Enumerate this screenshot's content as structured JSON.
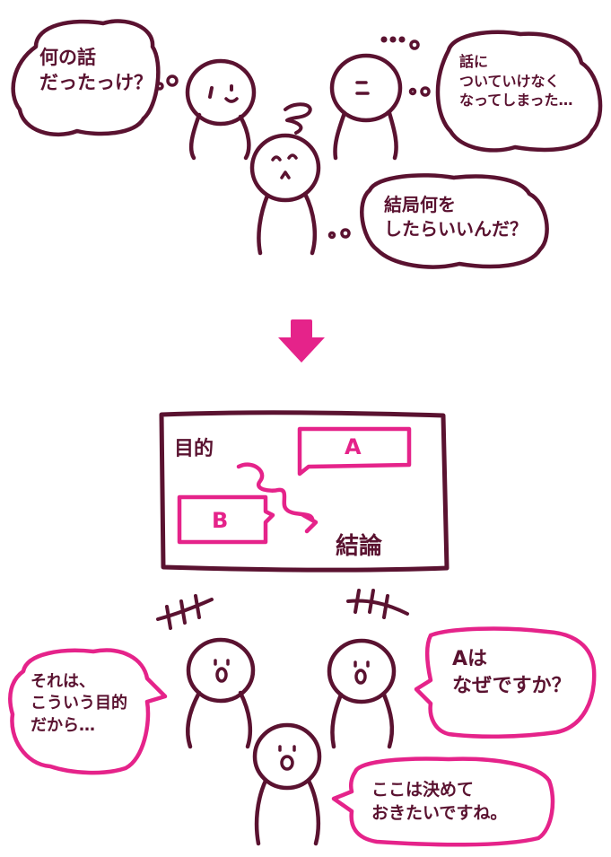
{
  "colors": {
    "ink": "#5a1230",
    "accent": "#e5238a",
    "background": "#ffffff"
  },
  "top_scene": {
    "bubble_left": {
      "lines": [
        "何の話",
        "だったっけ？"
      ]
    },
    "bubble_right": {
      "lines": [
        "話に",
        "ついていけなく",
        "なってしまった…"
      ]
    },
    "bubble_bottom": {
      "lines": [
        "結局何を",
        "したらいいんだ？"
      ]
    },
    "ellipsis_text": "…"
  },
  "transition": {
    "icon": "down-arrow-icon"
  },
  "whiteboard": {
    "purpose_label": "目的",
    "conclusion_label": "結論",
    "card_a_label": "A",
    "card_b_label": "B"
  },
  "bottom_scene": {
    "bubble_left": {
      "lines": [
        "それは、",
        "こういう目的",
        "だから…"
      ]
    },
    "bubble_right": {
      "lines": [
        "Aは",
        "なぜですか？"
      ]
    },
    "bubble_bottom": {
      "lines": [
        "ここは決めて",
        "おきたいですね。"
      ]
    }
  }
}
